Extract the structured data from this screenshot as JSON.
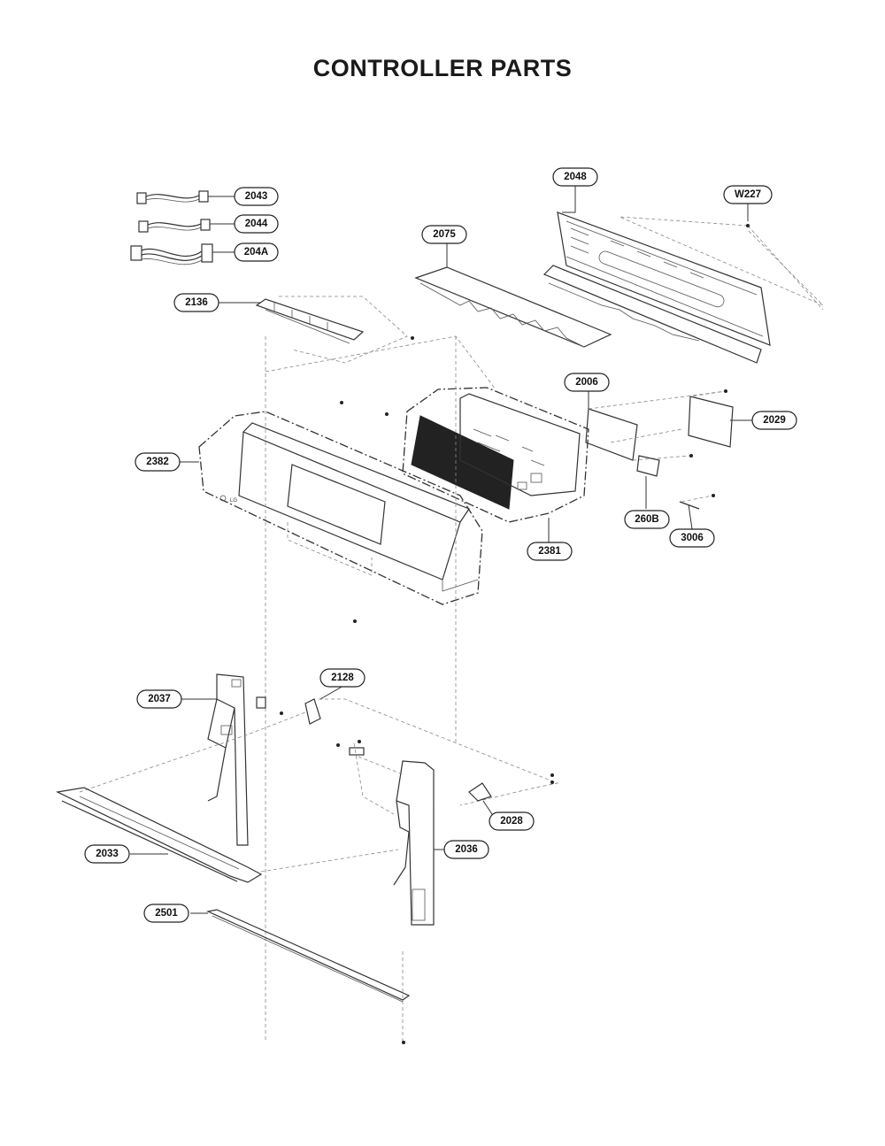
{
  "title": "CONTROLLER PARTS",
  "callouts": [
    {
      "id": "c2043",
      "label": "2043"
    },
    {
      "id": "c2044",
      "label": "2044"
    },
    {
      "id": "c204A",
      "label": "204A"
    },
    {
      "id": "c2075",
      "label": "2075"
    },
    {
      "id": "c2048",
      "label": "2048"
    },
    {
      "id": "cW227",
      "label": "W227"
    },
    {
      "id": "c2136",
      "label": "2136"
    },
    {
      "id": "c2006",
      "label": "2006"
    },
    {
      "id": "c2029",
      "label": "2029"
    },
    {
      "id": "c2382",
      "label": "2382"
    },
    {
      "id": "c260B",
      "label": "260B"
    },
    {
      "id": "c3006",
      "label": "3006"
    },
    {
      "id": "c2381",
      "label": "2381"
    },
    {
      "id": "c2128",
      "label": "2128"
    },
    {
      "id": "c2037",
      "label": "2037"
    },
    {
      "id": "c2028",
      "label": "2028"
    },
    {
      "id": "c2036",
      "label": "2036"
    },
    {
      "id": "c2033",
      "label": "2033"
    },
    {
      "id": "c2501",
      "label": "2501"
    }
  ]
}
